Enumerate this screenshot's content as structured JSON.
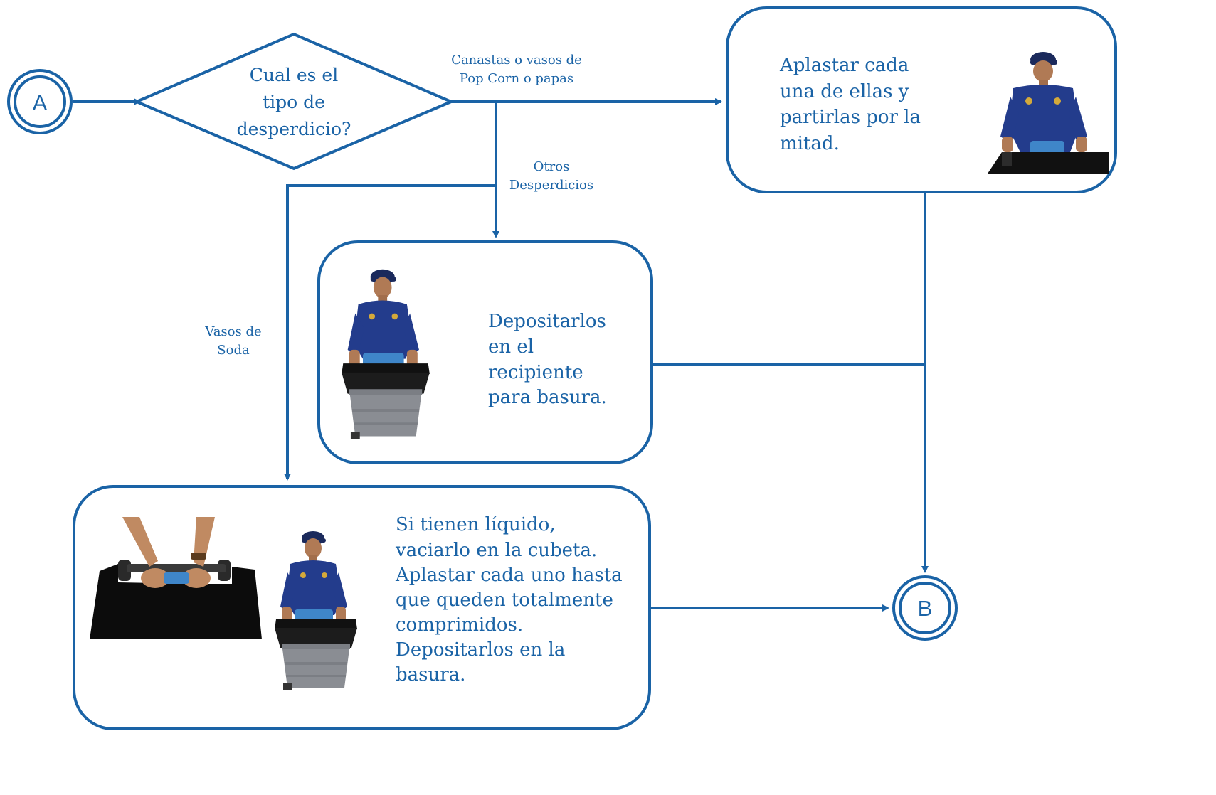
{
  "colors": {
    "stroke": "#1a63a6",
    "text": "#1a63a6",
    "shirt": "#233c8c",
    "skin": "#b07a55",
    "bin": "#8a8d93",
    "bag": "#111111",
    "cap": "#1b2a5c",
    "pants": "#222222"
  },
  "connectors": {
    "start": "A",
    "end": "B"
  },
  "decision": {
    "line1": "Cual es el",
    "line2": "tipo de",
    "line3": "desperdicio?"
  },
  "branch_labels": {
    "popcorn_line1": "Canastas o vasos de",
    "popcorn_line2": "Pop Corn  o papas",
    "others_line1": "Otros",
    "others_line2": "Desperdicios",
    "soda_line1": "Vasos de",
    "soda_line2": "Soda"
  },
  "boxes": {
    "crush": {
      "lines": [
        "Aplastar cada",
        "una de ellas y",
        "partirlas por la",
        "mitad."
      ]
    },
    "deposit": {
      "lines": [
        "Depositarlos",
        "en el",
        "recipiente",
        "para basura."
      ]
    },
    "soda": {
      "lines": [
        "Si tienen líquido,",
        "vaciarlo en la cubeta.",
        "Aplastar cada uno hasta",
        "que queden totalmente",
        "comprimidos.",
        "Depositarlos en la",
        "basura."
      ]
    }
  },
  "icons": {
    "worker": "worker-with-bin-photo",
    "hands": "hands-crushing-cup-photo"
  }
}
